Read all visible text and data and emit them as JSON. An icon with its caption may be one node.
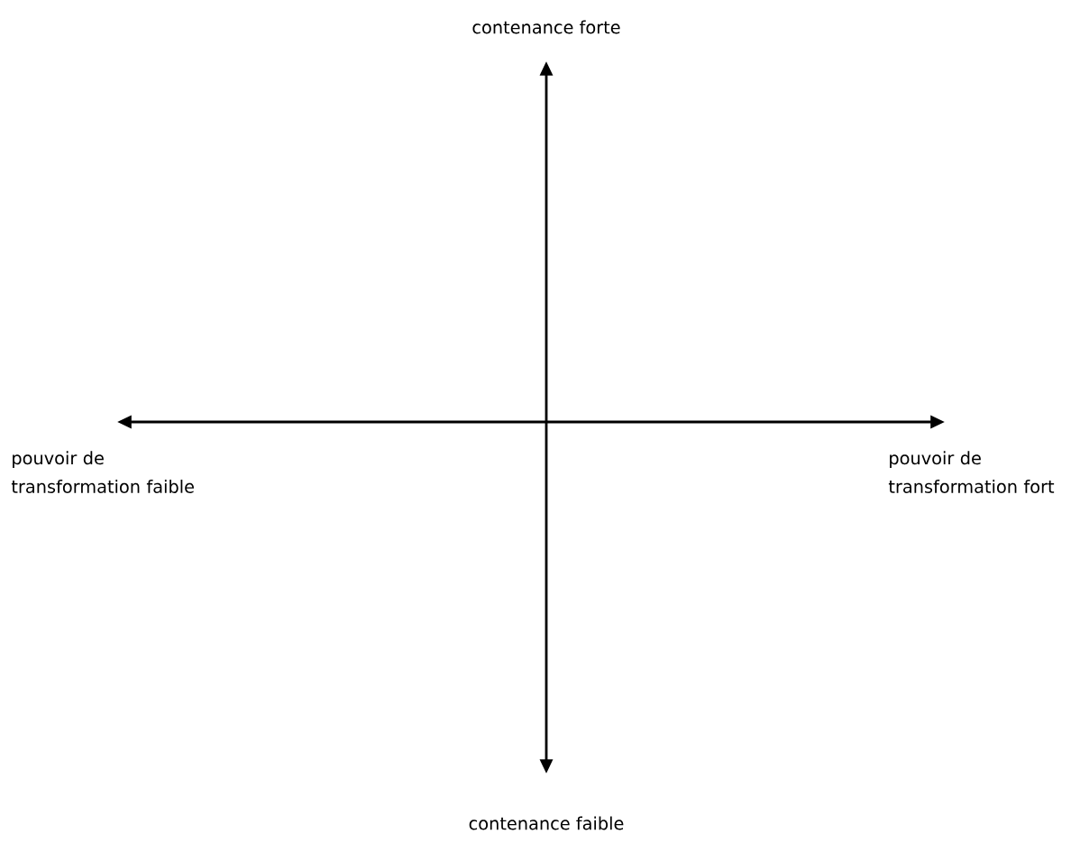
{
  "diagram": {
    "labels": [
      "contenance forte",
      "pouvoir de transformation faible",
      "pouvoir de transformation fort",
      "contenance faible"
    ]
  }
}
